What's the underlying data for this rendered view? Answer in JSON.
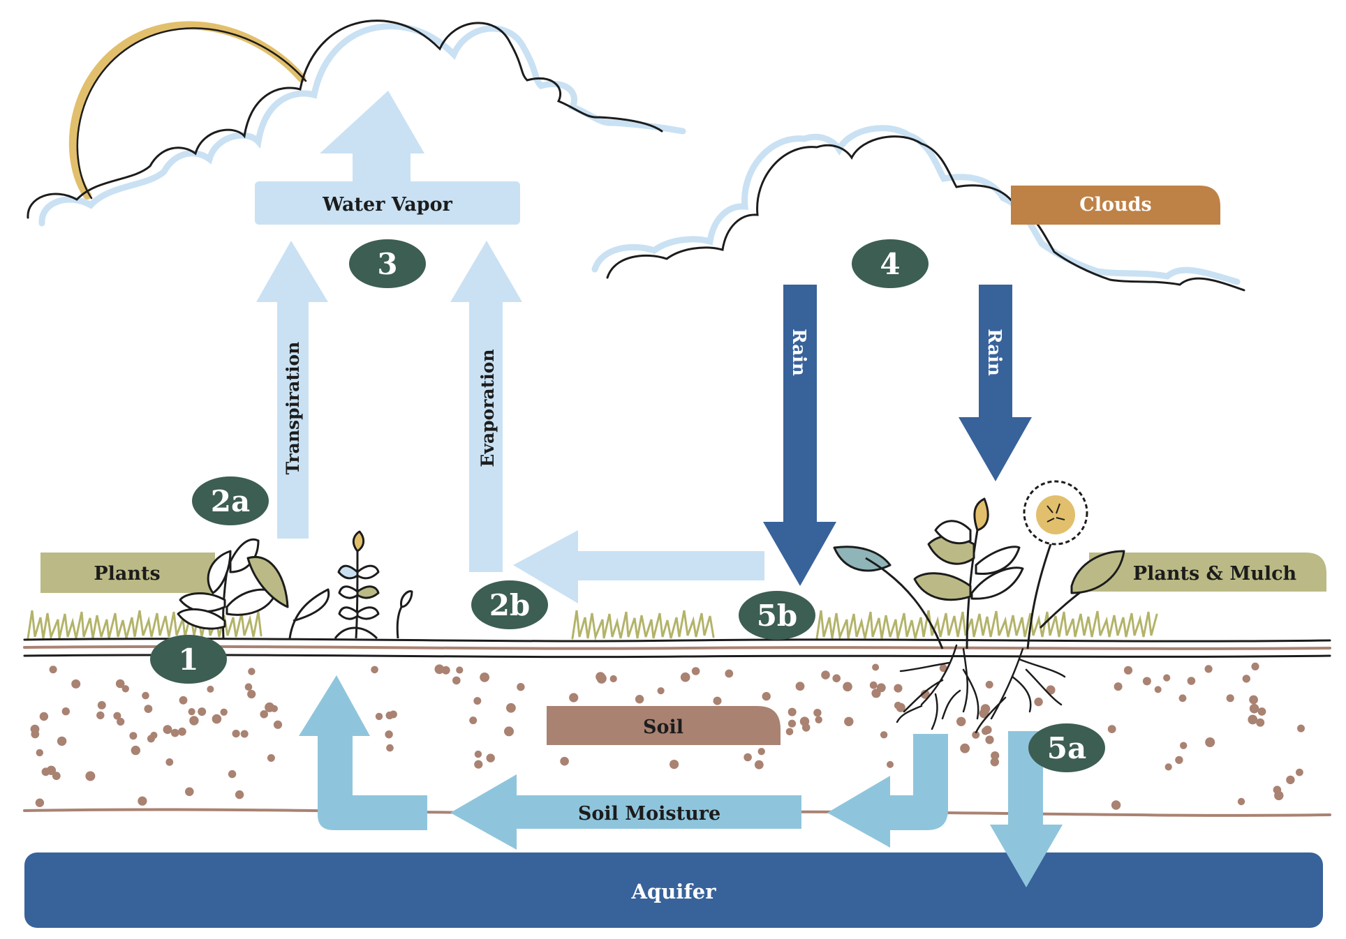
{
  "colors": {
    "light_arrow": "#c9e1f3",
    "mid_arrow": "#8fc5dc",
    "rain_arrow": "#38629a",
    "aquifer": "#38629a",
    "badge": "#3d5e52",
    "clouds_label": "#be8146",
    "soil_label": "#a98272",
    "plants_label": "#bbba86",
    "sun": "#e2bf6c",
    "soil_dot": "#a98272",
    "grass": "#b3b36a"
  },
  "labels": {
    "water_vapor": "Water Vapor",
    "clouds": "Clouds",
    "transpiration": "Transpiration",
    "evaporation": "Evaporation",
    "rain_left": "Rain",
    "rain_right": "Rain",
    "plants": "Plants",
    "plants_mulch": "Plants & Mulch",
    "soil": "Soil",
    "soil_moisture": "Soil Moisture",
    "aquifer": "Aquifer"
  },
  "badges": {
    "b1": "1",
    "b2a": "2a",
    "b2b": "2b",
    "b3": "3",
    "b4": "4",
    "b5a": "5a",
    "b5b": "5b"
  }
}
